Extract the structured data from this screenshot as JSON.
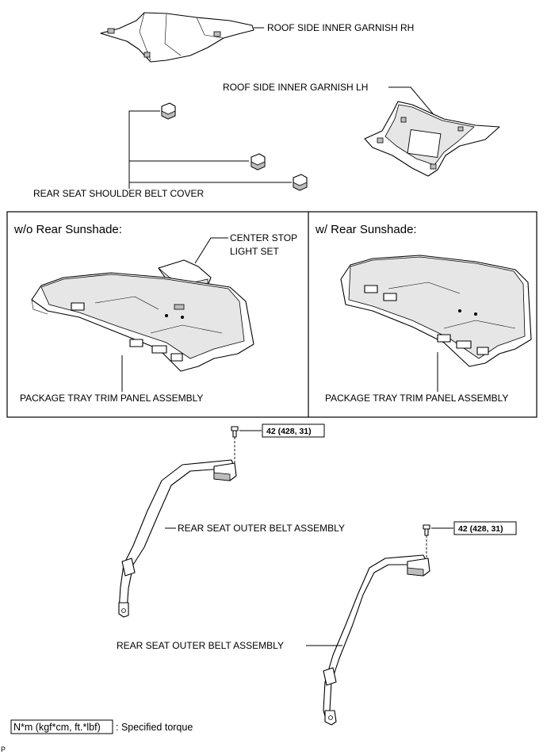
{
  "labels": {
    "roof_rh": "ROOF SIDE INNER GARNISH RH",
    "roof_lh": "ROOF SIDE INNER GARNISH LH",
    "shoulder_belt_cover": "REAR SEAT SHOULDER BELT COVER",
    "panel_left_header": "w/o Rear Sunshade:",
    "panel_right_header": "w/ Rear Sunshade:",
    "center_stop_line1": "CENTER STOP",
    "center_stop_line2": "LIGHT SET",
    "package_tray_left": "PACKAGE TRAY TRIM PANEL ASSEMBLY",
    "package_tray_right": "PACKAGE TRAY TRIM PANEL ASSEMBLY",
    "outer_belt_upper": "REAR SEAT OUTER BELT ASSEMBLY",
    "outer_belt_lower": "REAR SEAT OUTER BELT ASSEMBLY"
  },
  "torque": {
    "upper": "42 (428, 31)",
    "lower": "42 (428, 31)"
  },
  "legend": {
    "unit": "N*m (kgf*cm, ft.*lbf)",
    "description": ": Specified torque"
  },
  "corner_mark": "P"
}
